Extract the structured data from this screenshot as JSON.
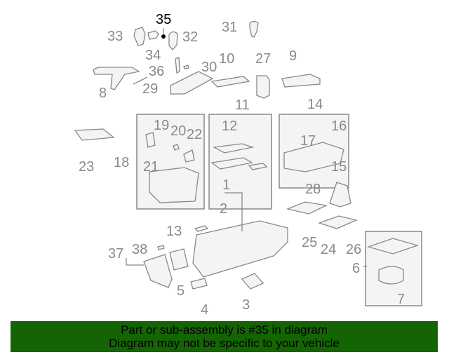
{
  "diagram": {
    "highlighted_part": "35",
    "part_labels": [
      "35",
      "33",
      "34",
      "32",
      "31",
      "10",
      "27",
      "9",
      "8",
      "36",
      "30",
      "29",
      "11",
      "14",
      "12",
      "16",
      "17",
      "15",
      "19",
      "20",
      "22",
      "21",
      "18",
      "23",
      "28",
      "1",
      "2",
      "13",
      "25",
      "24",
      "26",
      "37",
      "38",
      "6",
      "7",
      "5",
      "4",
      "3"
    ]
  },
  "footer": {
    "line1": "Part or sub-assembly is #35 in diagram",
    "line2": "Diagram may not be specific to your vehicle",
    "background": "#146404"
  }
}
